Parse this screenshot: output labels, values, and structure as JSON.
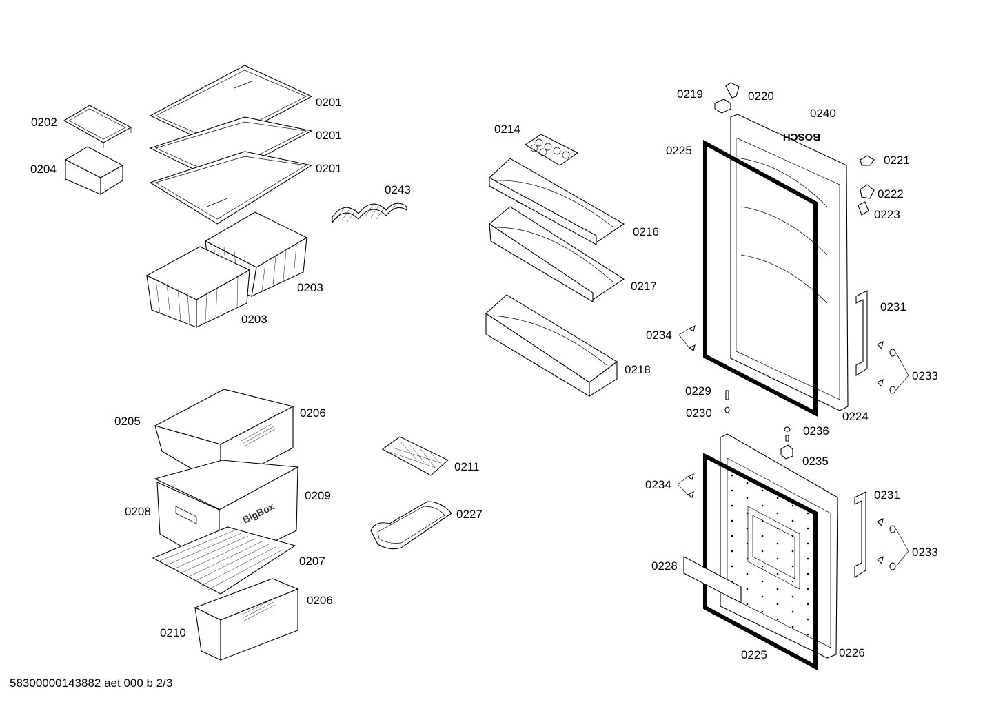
{
  "labels": {
    "p0201a": "0201",
    "p0201b": "0201",
    "p0201c": "0201",
    "p0202": "0202",
    "p0204": "0204",
    "p0243": "0243",
    "p0203a": "0203",
    "p0203b": "0203",
    "p0214": "0214",
    "p0216": "0216",
    "p0217": "0217",
    "p0218": "0218",
    "p0219": "0219",
    "p0220": "0220",
    "p0240": "0240",
    "p0225a": "0225",
    "p0221": "0221",
    "p0222": "0222",
    "p0223": "0223",
    "p0231a": "0231",
    "p0234a": "0234",
    "p0233a": "0233",
    "p0229": "0229",
    "p0230": "0230",
    "p0224": "0224",
    "p0236": "0236",
    "p0235": "0235",
    "p0234b": "0234",
    "p0231b": "0231",
    "p0233b": "0233",
    "p0228": "0228",
    "p0225b": "0225",
    "p0226": "0226",
    "p0205": "0205",
    "p0206a": "0206",
    "p0208": "0208",
    "p0209": "0209",
    "p0207": "0207",
    "p0206b": "0206",
    "p0210": "0210",
    "p0211": "0211",
    "p0227": "0227"
  },
  "brand_text": "BOSCH",
  "drawer_text": "BigBox",
  "footer": "58300000143882 aet 000 b 2/3"
}
